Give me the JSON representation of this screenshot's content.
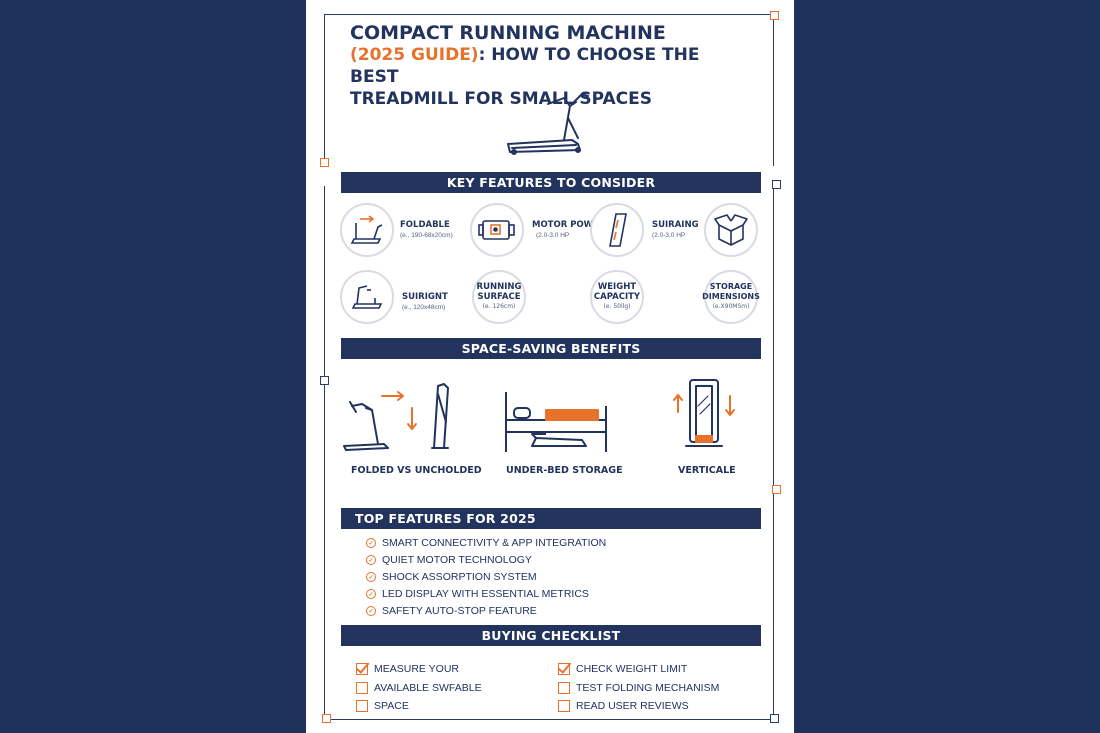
{
  "title": {
    "line1": "COMPACT RUNNING MACHINE",
    "line2_accent": "(2025 GUIDE)",
    "line2_rest": ": HOW TO CHOOSE THE BEST",
    "line3": "TREADMILL FOR SMALL SPACES"
  },
  "sections": {
    "key_features": "KEY FEATURES TO CONSIDER",
    "space_saving": "SPACE-SAVING BENEFITS",
    "top_features": "TOP FEATURES FOR 2025",
    "checklist": "BUYING CHECKLIST"
  },
  "key_features": [
    {
      "name": "FOLDABLE",
      "sub": "(e., 190-68x20cm)",
      "icon": "folding-treadmill-icon"
    },
    {
      "name": "MOTOR POWER",
      "sub": "(2.0-3.0 HP",
      "icon": "motor-icon"
    },
    {
      "name": "SUIRAING",
      "sub": "(2.0-3.0 HP",
      "icon": "running-belt-icon"
    },
    {
      "name": "",
      "sub": "",
      "icon": "box-icon"
    },
    {
      "name": "SUIRIGNT",
      "sub": "(e., 120x48cm)",
      "icon": "treadmill-side-icon"
    },
    {
      "name": "RUNNING SURFACE",
      "name_l1": "RUNNING",
      "name_l2": "SURFACE",
      "sub": "(e. 126cm)"
    },
    {
      "name": "WEIGHT CAPACITY",
      "name_l1": "WEIGHT",
      "name_l2": "CAPACITY",
      "sub": "(e. 50llg)"
    },
    {
      "name": "STORAGE DIMENSIONS",
      "name_l1": "STORAGE",
      "name_l2": "DIMENSIONS",
      "sub": "(e.X90MSm)"
    }
  ],
  "benefits": [
    {
      "label": "FOLDED VS UNCHOLDED",
      "icon": "folded-vs-unfolded-icon"
    },
    {
      "label": "UNDER-BED STORAGE",
      "icon": "under-bed-storage-icon"
    },
    {
      "label": "VERTICALE",
      "icon": "vertical-storage-icon"
    }
  ],
  "top_features": [
    "SMART CONNECTIVITY & APP INTEGRATION",
    "QUIET MOTOR TECHNOLOGY",
    "SHOCK ASSORPTION SYSTEM",
    "LED DISPLAY WITH ESSENTIAL METRICS",
    "SAFETY AUTO-STOP FEATURE"
  ],
  "checklist": {
    "left": [
      {
        "label": "MEASURE YOUR",
        "checked": true
      },
      {
        "label": "AVAILABLE SWFABLE",
        "checked": false
      },
      {
        "label": "SPACE",
        "checked": false
      }
    ],
    "right": [
      {
        "label": "CHECK WEIGHT LIMIT",
        "checked": true
      },
      {
        "label": "TEST FOLDING MECHANISM",
        "checked": false
      },
      {
        "label": "READ USER REVIEWS",
        "checked": false
      }
    ]
  },
  "colors": {
    "navy": "#22335e",
    "accent": "#e8722c",
    "background": "#1f325d"
  }
}
